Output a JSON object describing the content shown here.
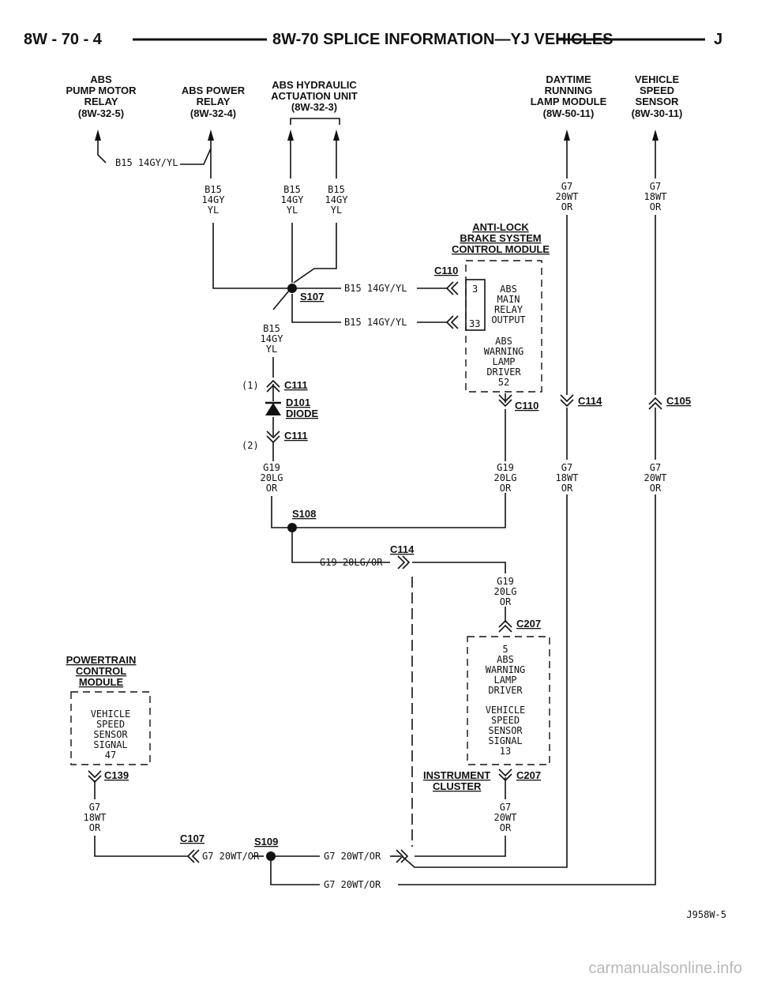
{
  "header": {
    "page_number": "8W - 70 - 4",
    "title": "8W-70 SPLICE INFORMATION—YJ VEHICLES",
    "letter": "J"
  },
  "components": {
    "abs_pump_motor_relay": [
      "ABS",
      "PUMP MOTOR",
      "RELAY",
      "(8W-32-5)"
    ],
    "abs_power_relay": [
      "ABS POWER",
      "RELAY",
      "(8W-32-4)"
    ],
    "abs_hydraulic_unit": [
      "ABS HYDRAULIC",
      "ACTUATION UNIT",
      "(8W-32-3)"
    ],
    "drl_module": [
      "DAYTIME",
      "RUNNING",
      "LAMP MODULE",
      "(8W-50-11)"
    ],
    "vehicle_speed_sensor": [
      "VEHICLE",
      "SPEED",
      "SENSOR",
      "(8W-30-11)"
    ],
    "abs_control_module": [
      "ANTI-LOCK",
      "BRAKE SYSTEM",
      "CONTROL MODULE"
    ],
    "abs_control_pins": {
      "pin_3": "3",
      "pin_33": "33",
      "main_relay_output": [
        "ABS",
        "MAIN",
        "RELAY",
        "OUTPUT"
      ],
      "warning_lamp_driver": [
        "ABS",
        "WARNING",
        "LAMP",
        "DRIVER",
        "52"
      ]
    },
    "powertrain_module": [
      "POWERTRAIN",
      "CONTROL",
      "MODULE"
    ],
    "pcm_pin": [
      "VEHICLE",
      "SPEED",
      "SENSOR",
      "SIGNAL",
      "47"
    ],
    "instrument_cluster": [
      "INSTRUMENT",
      "CLUSTER"
    ],
    "cluster_pin_5": [
      "5",
      "ABS",
      "WARNING",
      "LAMP",
      "DRIVER"
    ],
    "cluster_pin_13": [
      "VEHICLE",
      "SPEED",
      "SENSOR",
      "SIGNAL",
      "13"
    ],
    "diode": [
      "D101",
      "DIODE"
    ]
  },
  "wires": {
    "b15_left": "B15 14GY/YL",
    "b15_stack": [
      "B15",
      "14GY",
      "YL"
    ],
    "b15_to_pin3": "B15 14GY/YL",
    "b15_to_pin33": "B15 14GY/YL",
    "g7_drl": [
      "G7",
      "20WT",
      "OR"
    ],
    "g7_vss_top": [
      "G7",
      "18WT",
      "OR"
    ],
    "g19_left": [
      "G19",
      "20LG",
      "OR"
    ],
    "g19_right": [
      "G19",
      "20LG",
      "OR"
    ],
    "g7_mid": [
      "G7",
      "18WT",
      "OR"
    ],
    "g7_vss_bottom": [
      "G7",
      "20WT",
      "OR"
    ],
    "g19_horizontal": "G19 20LG/OR",
    "g19_cluster": [
      "G19",
      "20LG",
      "OR"
    ],
    "g7_pcm": [
      "G7",
      "18WT",
      "OR"
    ],
    "g7_cluster": [
      "G7",
      "20WT",
      "OR"
    ],
    "g7_bottom_left": "G7 20WT/OR",
    "g7_bottom_right": "G7 20WT/OR",
    "g7_bottom": "G7 20WT/OR"
  },
  "connectors": {
    "c110_top": "C110",
    "c110_bottom": "C110",
    "c111_top": "C111",
    "c111_top_pin": "(1)",
    "c111_bottom": "C111",
    "c111_bottom_pin": "(2)",
    "c114_right": "C114",
    "c105": "C105",
    "c114_mid": "C114",
    "c207_top": "C207",
    "c207_bottom": "C207",
    "c139": "C139",
    "c107": "C107"
  },
  "splices": {
    "s107": "S107",
    "s108": "S108",
    "s109": "S109"
  },
  "figure_id": "J958W-5",
  "watermark": "carmanualsonline.info"
}
